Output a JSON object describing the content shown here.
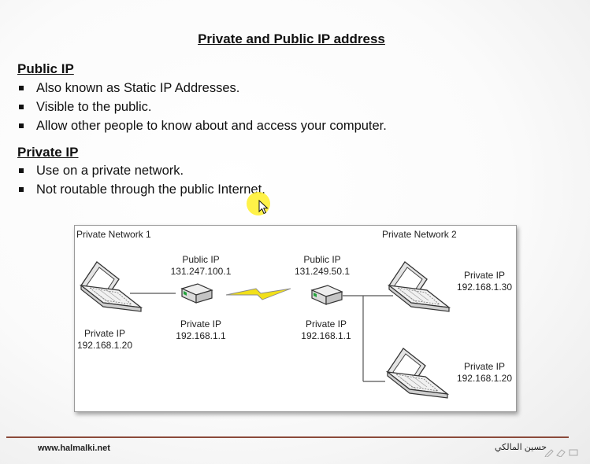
{
  "slide": {
    "title": "Private and Public IP address",
    "public_section": {
      "heading": "Public IP",
      "bullets": [
        "Also known as Static IP Addresses.",
        "Visible to the public.",
        "Allow other people to know about and access your computer."
      ]
    },
    "private_section": {
      "heading": "Private IP",
      "bullets": [
        "Use on a private network.",
        "Not routable through the public Internet."
      ]
    },
    "diagram": {
      "network1_label": "Private Network 1",
      "network2_label": "Private Network 2",
      "router1_public": {
        "label": "Public IP",
        "ip": "131.247.100.1"
      },
      "router1_private": {
        "label": "Private IP",
        "ip": "192.168.1.1"
      },
      "laptop1_private": {
        "label": "Private IP",
        "ip": "192.168.1.20"
      },
      "router2_public": {
        "label": "Public IP",
        "ip": "131.249.50.1"
      },
      "router2_private": {
        "label": "Private IP",
        "ip": "192.168.1.1"
      },
      "laptop2_private": {
        "label": "Private IP",
        "ip": "192.168.1.30"
      },
      "laptop3_private": {
        "label": "Private IP",
        "ip": "192.168.1.20"
      }
    }
  },
  "footer": {
    "website": "www.halmalki.net",
    "author": "حسين المالكي"
  },
  "colors": {
    "footer_rule": "#8b4a3a",
    "cursor_highlight": "#fff028",
    "link_bolt": "#f2e01a"
  }
}
